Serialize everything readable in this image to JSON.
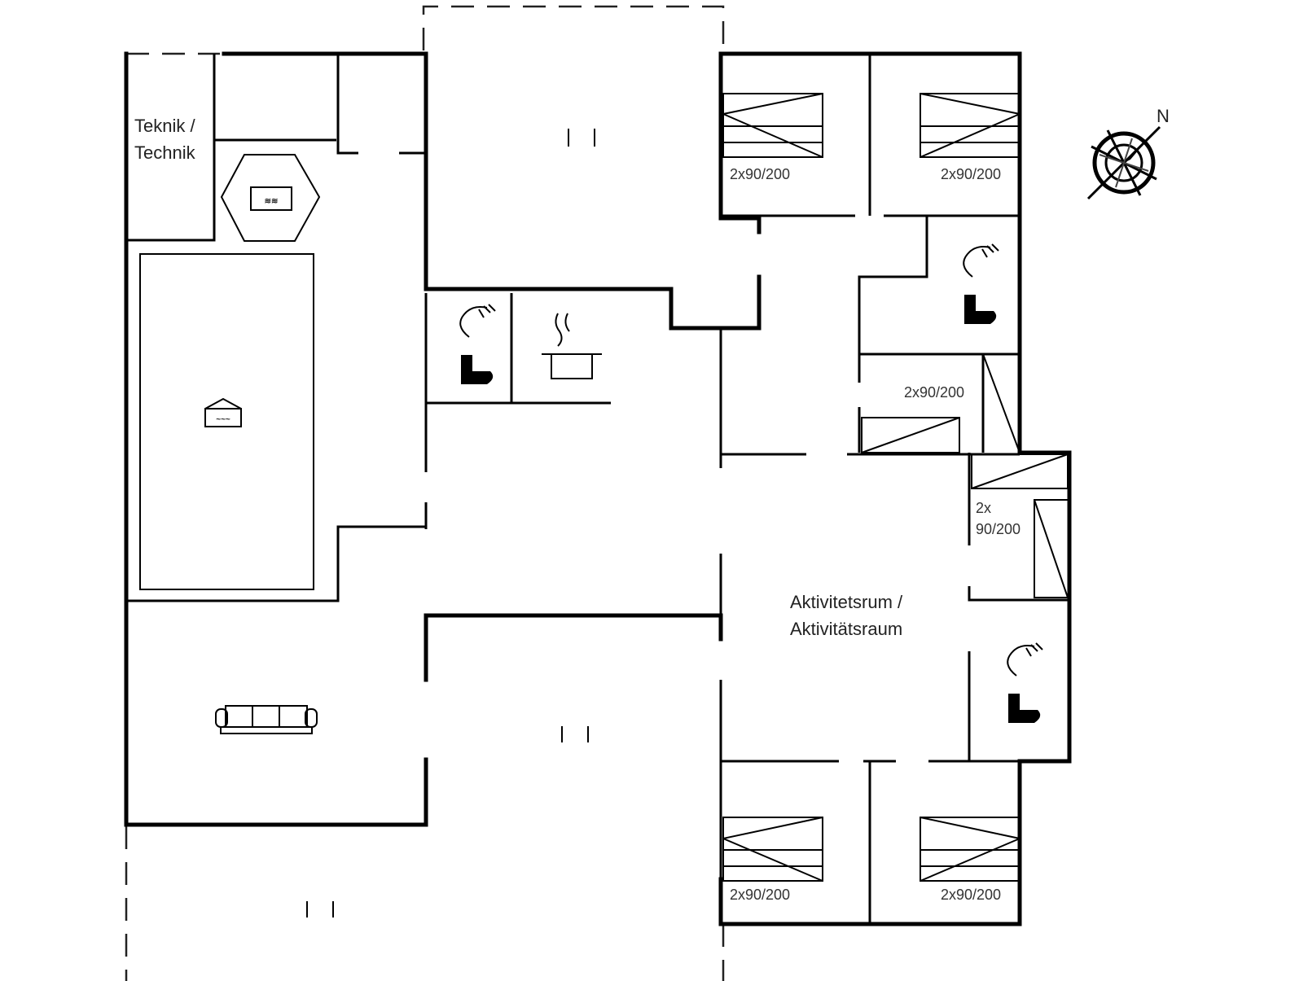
{
  "rooms": {
    "technik": {
      "line1": "Teknik /",
      "line2": "Technik"
    },
    "activity": {
      "line1": "Aktivitetsrum /",
      "line2": "Aktivitätsraum"
    }
  },
  "beds": {
    "top_left": "2x90/200",
    "top_right": "2x90/200",
    "mid": "2x90/200",
    "side_line1": "2x",
    "side_line2": "90/200",
    "bottom_left": "2x90/200",
    "bottom_right": "2x90/200"
  },
  "compass": {
    "north": "N"
  },
  "icons": [
    "sauna-icon",
    "spa-icon",
    "toilet-icon",
    "kitchen-pot-icon",
    "bed-icon",
    "sofa-icon",
    "compass-icon"
  ],
  "colors": {
    "wall": "#000000",
    "background": "#ffffff"
  }
}
